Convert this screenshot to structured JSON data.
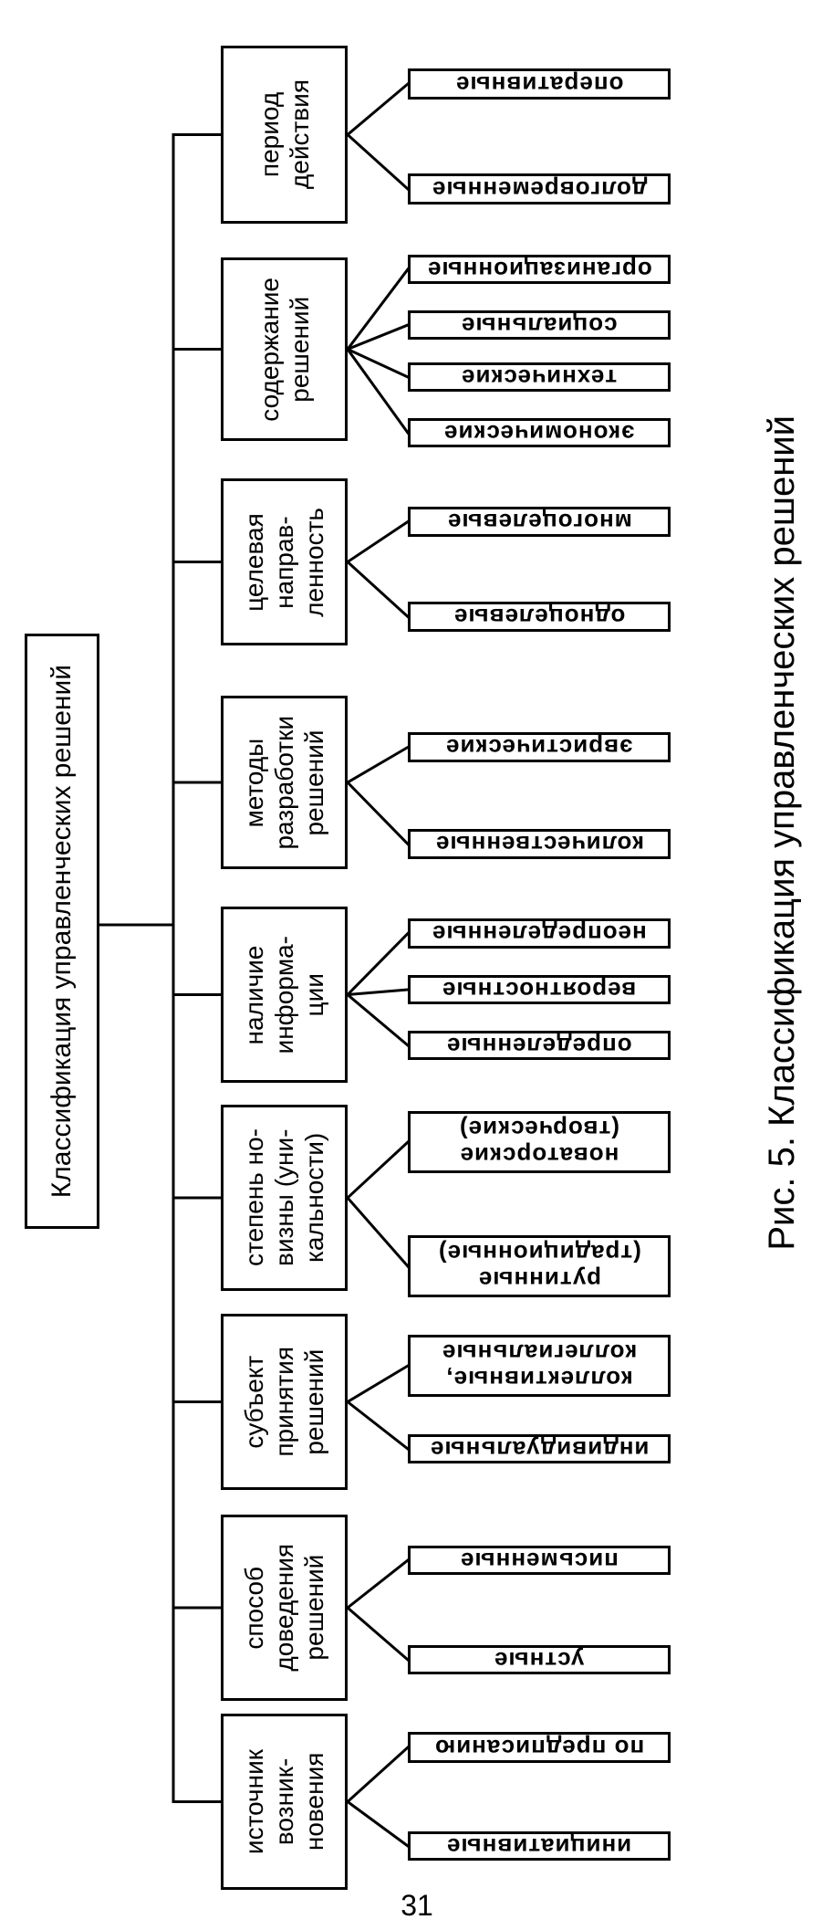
{
  "diagram": {
    "root": "Классификация управленческих решений",
    "categories": [
      {
        "label": "период\nдействия",
        "items": [
          "оперативные",
          "долговременные"
        ]
      },
      {
        "label": "содержание\nрешений",
        "items": [
          "организационные",
          "социальные",
          "технические",
          "экономические"
        ]
      },
      {
        "label": "целевая\nнаправ-\nленность",
        "items": [
          "многоцелевые",
          "одноцелевые"
        ]
      },
      {
        "label": "методы\nразработки\nрешений",
        "items": [
          "эвристические",
          "количественные"
        ]
      },
      {
        "label": "наличие\nинформа-\nции",
        "items": [
          "неопределенные",
          "вероятностные",
          "определенные"
        ]
      },
      {
        "label": "степень но-\nвизны (уни-\nкальности)",
        "items": [
          "новаторские\n(творческие)",
          "рутинные\n(традиционные)"
        ]
      },
      {
        "label": "субъект\nпринятия\nрешений",
        "items": [
          "коллективные,\nколлегиальные",
          "индивидуальные"
        ]
      },
      {
        "label": "способ\nдоведения\nрешений",
        "items": [
          "письменные",
          "устные"
        ]
      },
      {
        "label": "источник\nвозник-\nновения",
        "items": [
          "по предписанию",
          "инициативные"
        ]
      }
    ]
  },
  "caption": "Рис. 5. Классификация управленческих решений",
  "page_number": "31"
}
